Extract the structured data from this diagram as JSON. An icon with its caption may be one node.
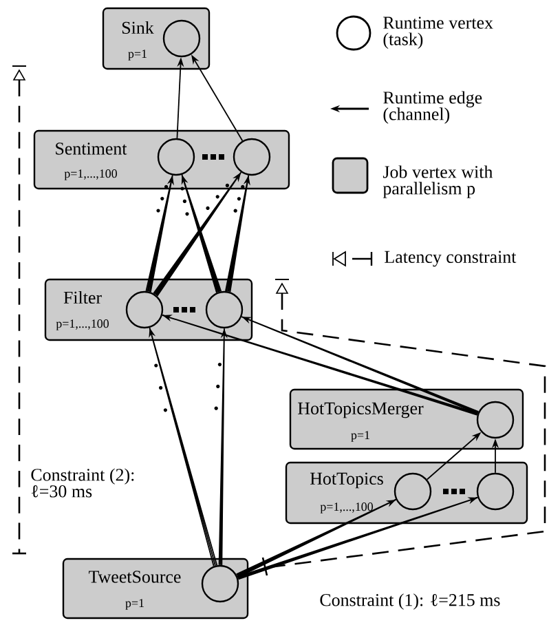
{
  "diagram": {
    "nodes": [
      {
        "text": [
          "Sink",
          "p=1"
        ]
      },
      {
        "text": [],
        "shape": "circle",
        "in": 0
      },
      {
        "text": [
          "Sentiment",
          "p=1,...,100"
        ]
      },
      {
        "text": [],
        "shape": "circle",
        "in": 2
      },
      {
        "text": [],
        "shape": "circle",
        "in": 2
      },
      {
        "text": [
          "Filter",
          "p=1,...,100"
        ]
      },
      {
        "text": [],
        "shape": "circle",
        "in": 5
      },
      {
        "text": [],
        "shape": "circle",
        "in": 5
      },
      {
        "text": [
          "HotTopicsMerger",
          "p=1"
        ]
      },
      {
        "text": [],
        "shape": "circle",
        "in": 8
      },
      {
        "text": [
          "HotTopics",
          "p=1,...,100"
        ]
      },
      {
        "text": [],
        "shape": "circle",
        "in": 10
      },
      {
        "text": [],
        "shape": "circle",
        "in": 10
      },
      {
        "text": [
          "TweetSource",
          "p=1"
        ]
      },
      {
        "text": [],
        "shape": "circle",
        "in": 13
      }
    ],
    "edges": [
      {
        "from": 3,
        "to": 1,
        "arrow": "to"
      },
      {
        "from": 4,
        "to": 1,
        "arrow": "to"
      },
      {
        "from": 6,
        "to": 3,
        "arrow": "to"
      },
      {
        "from": 6,
        "to": 4,
        "arrow": "to"
      },
      {
        "from": 7,
        "to": 3,
        "arrow": "to"
      },
      {
        "from": 7,
        "to": 4,
        "arrow": "to"
      },
      {
        "from": 14,
        "to": 6,
        "arrow": "to"
      },
      {
        "from": 14,
        "to": 7,
        "arrow": "to"
      },
      {
        "from": 14,
        "to": 11,
        "arrow": "to"
      },
      {
        "from": 14,
        "to": 12,
        "arrow": "to"
      },
      {
        "from": 11,
        "to": 9,
        "arrow": "to"
      },
      {
        "from": 12,
        "to": 9,
        "arrow": "to"
      },
      {
        "from": 9,
        "to": 6,
        "arrow": "to"
      },
      {
        "from": 9,
        "to": 7,
        "arrow": "to"
      }
    ],
    "labels": [
      "Constraint (2): ℓ=30 ms",
      "Constraint (1): ℓ=215 ms"
    ],
    "legend": [
      {
        "text": "Runtime vertex (task)"
      },
      {
        "text": "Runtime edge (channel)"
      },
      {
        "text": "Job vertex with parallelism p"
      },
      {
        "text": "Latency constraint"
      }
    ]
  }
}
